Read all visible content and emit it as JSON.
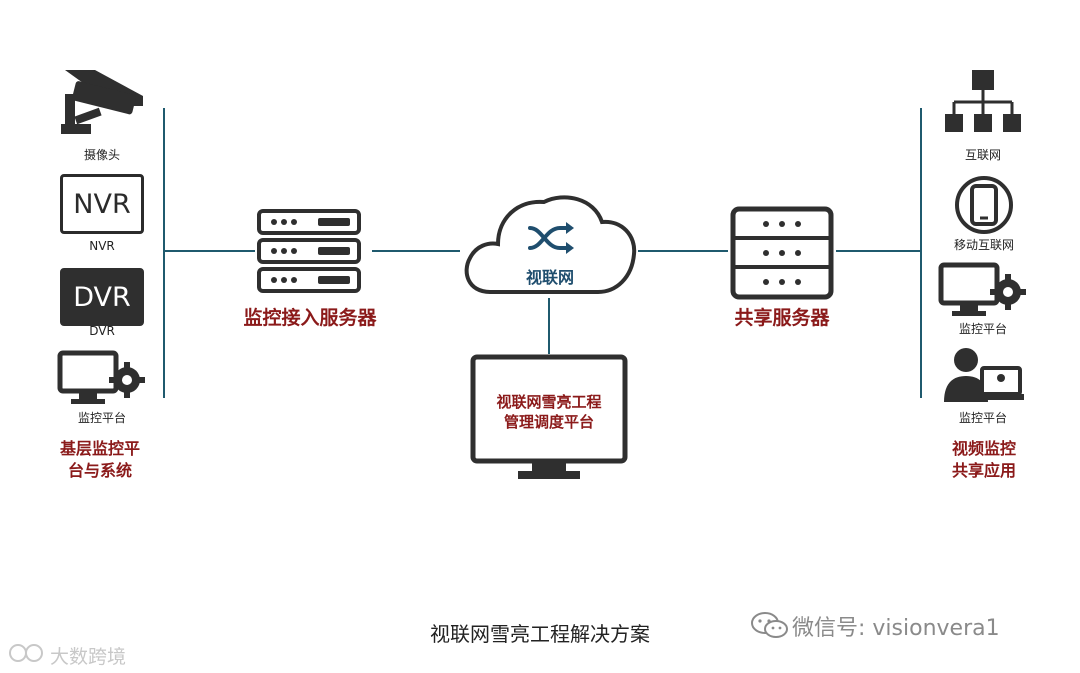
{
  "left_devices": {
    "camera_label": "摄像头",
    "nvr_badge": "NVR",
    "nvr_label": "NVR",
    "dvr_badge": "DVR",
    "dvr_label": "DVR",
    "monitor_label": "监控平台",
    "group_label_line1": "基层监控平",
    "group_label_line2": "台与系统"
  },
  "access_server": {
    "label": "监控接入服务器"
  },
  "cloud": {
    "label": "视联网"
  },
  "management": {
    "line1": "视联网雪亮工程",
    "line2": "管理调度平台"
  },
  "share_server": {
    "label": "共享服务器"
  },
  "right_devices": {
    "internet_label": "互联网",
    "mobile_label": "移动互联网",
    "monitor1_label": "监控平台",
    "monitor2_label": "监控平台",
    "group_label_line1": "视频监控",
    "group_label_line2": "共享应用"
  },
  "footer": {
    "title": "视联网雪亮工程解决方案",
    "wechat": "微信号: visionvera1",
    "watermark": "大数跨境"
  },
  "colors": {
    "line": "#1f5a6e",
    "accent_red": "#8b1a1a",
    "icon_dark": "#2b2b2b"
  }
}
